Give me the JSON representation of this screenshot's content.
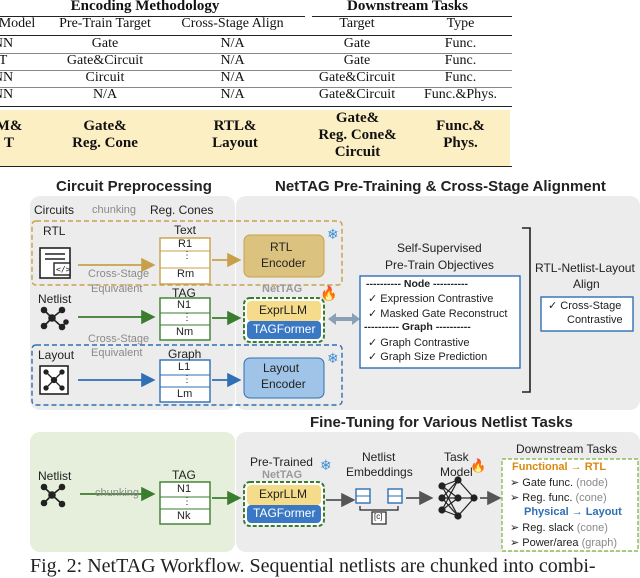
{
  "table": {
    "group_headers": [
      "Encoding Methodology",
      "Downstream Tasks"
    ],
    "columns": [
      "Model",
      "Pre-Train Target",
      "Cross-Stage Align",
      "Target",
      "Type"
    ],
    "rows": [
      [
        "NN",
        "Gate",
        "N/A",
        "Gate",
        "Func."
      ],
      [
        "T",
        "Gate&Circuit",
        "N/A",
        "Gate",
        "Func."
      ],
      [
        "NN",
        "Circuit",
        "N/A",
        "Gate&Circuit",
        "Func."
      ],
      [
        "NN",
        "N/A",
        "N/A",
        "Gate&Circuit",
        "Func.&Phys."
      ]
    ],
    "highlight": {
      "model_line1": "M&",
      "model_line2": "T",
      "pretrain_line1": "Gate&",
      "pretrain_line2": "Reg. Cone",
      "align_line1": "RTL&",
      "align_line2": "Layout",
      "target_line1": "Gate&",
      "target_line2": "Reg. Cone&",
      "target_line3": "Circuit",
      "type_line1": "Func.&",
      "type_line2": "Phys."
    }
  },
  "diagram": {
    "preprocessing_title": "Circuit Preprocessing",
    "pretraining_title": "NetTAG Pre-Training & Cross-Stage Alignment",
    "finetune_title": "Fine-Tuning for Various Netlist Tasks",
    "col_circuits": "Circuits",
    "col_chunking": "chunking",
    "col_regcones": "Reg. Cones",
    "rtl_label": "RTL",
    "netlist_label": "Netlist",
    "layout_label": "Layout",
    "text_label": "Text",
    "tag_label": "TAG",
    "graph_label": "Graph",
    "r1": "R1",
    "rm": "Rm",
    "n1": "N1",
    "nm": "Nm",
    "l1": "L1",
    "lm": "Lm",
    "dots": "⋮",
    "cross_stage_1": "Cross-Stage",
    "equivalent_1": "Equivalent",
    "cross_stage_2": "Cross-Stage",
    "equivalent_2": "Equivalent",
    "rtl_encoder_1": "RTL",
    "rtl_encoder_2": "Encoder",
    "nettag_label": "NetTAG",
    "exprllm": "ExprLLM",
    "tagformer": "TAGFormer",
    "layout_encoder_1": "Layout",
    "layout_encoder_2": "Encoder",
    "ssl_title_1": "Self-Supervised",
    "ssl_title_2": "Pre-Train Objectives",
    "node_header": "---------- Node ----------",
    "obj_1": "Expression Contrastive",
    "obj_2": "Masked Gate Reconstruct",
    "graph_header": "---------- Graph ----------",
    "obj_3": "Graph Contrastive",
    "obj_4": "Graph Size Prediction",
    "align_title_1": "RTL-Netlist-Layout",
    "align_title_2": "Align",
    "align_item_1": "Cross-Stage",
    "align_item_2": "Contrastive",
    "ft_netlist": "Netlist",
    "ft_chunking": "chunking",
    "ft_tag": "TAG",
    "ft_n1": "N1",
    "ft_nk": "Nk",
    "ft_pretrained": "Pre-Trained",
    "ft_nettag": "NetTAG",
    "ft_exprllm": "ExprLLM",
    "ft_tagformer": "TAGFormer",
    "ft_emb_1": "Netlist",
    "ft_emb_2": "Embeddings",
    "ft_cls": "[c]",
    "ft_task_1": "Task",
    "ft_task_2": "Model",
    "ds_title": "Downstream Tasks",
    "ds_func": "Functional → RTL",
    "ds_1": "Gate func.",
    "ds_1_tag": "(node)",
    "ds_2": "Reg. func.",
    "ds_2_tag": "(cone)",
    "ds_phys": "Physical → Layout",
    "ds_3": "Reg. slack",
    "ds_3_tag": "(cone)",
    "ds_4": "Power/area",
    "ds_4_tag": "(graph)"
  },
  "caption": "Fig. 2: NetTAG Workflow. Sequential netlists are chunked into combi-",
  "colors": {
    "rtl": "#c8a04a",
    "netlist": "#3a7d2e",
    "layout": "#2f6fb3",
    "band": "#fdefc4",
    "panel": "#ececec",
    "green_panel": "#e6efdc"
  }
}
